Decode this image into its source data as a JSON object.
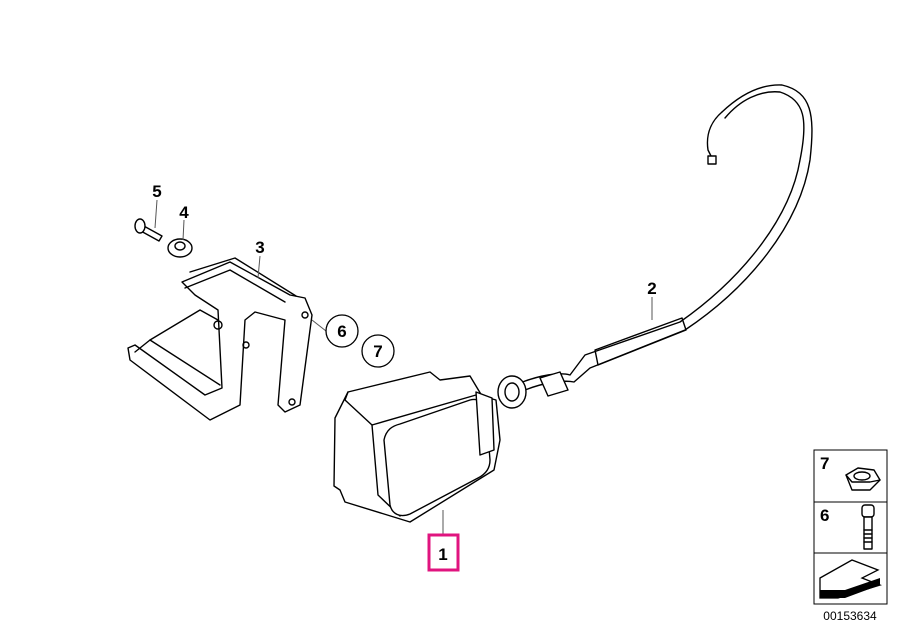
{
  "diagram_title": "",
  "callouts": [
    {
      "number": "1",
      "part": "control-unit",
      "highlighted": true
    },
    {
      "number": "2",
      "part": "cable"
    },
    {
      "number": "3",
      "part": "bracket"
    },
    {
      "number": "4",
      "part": "washer"
    },
    {
      "number": "5",
      "part": "screw"
    },
    {
      "number": "6",
      "part": "bolt-ref"
    },
    {
      "number": "7",
      "part": "nut-ref"
    }
  ],
  "legend": {
    "rows": [
      {
        "number": "7",
        "icon": "hex-nut-icon"
      },
      {
        "number": "6",
        "icon": "socket-bolt-icon"
      },
      {
        "number": "",
        "icon": "arrow-icon"
      }
    ],
    "diagram_code": "00153634"
  },
  "colors": {
    "highlight": "#e0147f",
    "line": "#000000"
  }
}
